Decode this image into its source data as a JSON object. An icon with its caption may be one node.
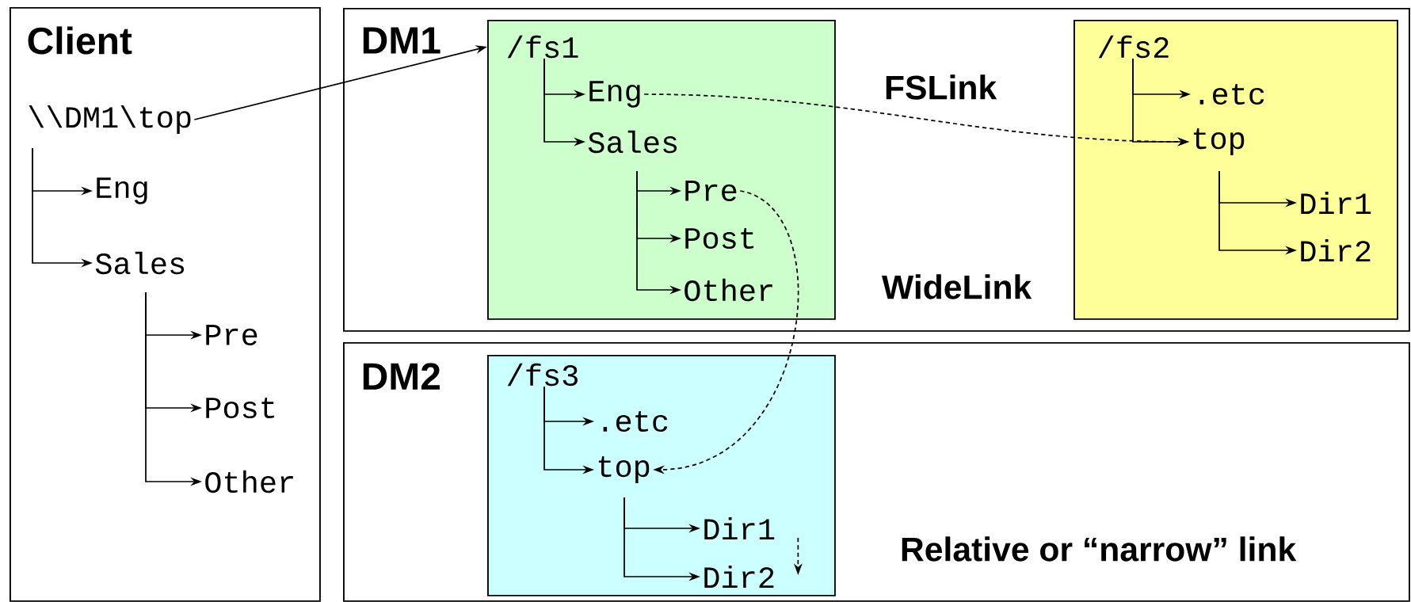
{
  "diagram": {
    "nodes": [
      {
        "text": [
          "Client"
        ]
      },
      {
        "text": [
          "\\\\DM1\\top"
        ],
        "in": 0
      },
      {
        "text": [
          "Eng"
        ],
        "in": 0
      },
      {
        "text": [
          "Sales"
        ],
        "in": 0
      },
      {
        "text": [
          "Pre"
        ],
        "in": 0
      },
      {
        "text": [
          "Post"
        ],
        "in": 0
      },
      {
        "text": [
          "Other"
        ],
        "in": 0
      },
      {
        "text": [
          "DM1"
        ]
      },
      {
        "text": [
          "/fs1"
        ],
        "in": 7
      },
      {
        "text": [
          "Eng"
        ],
        "in": 8
      },
      {
        "text": [
          "Sales"
        ],
        "in": 8
      },
      {
        "text": [
          "Pre"
        ],
        "in": 8
      },
      {
        "text": [
          "Post"
        ],
        "in": 8
      },
      {
        "text": [
          "Other"
        ],
        "in": 8
      },
      {
        "text": [
          "/fs2"
        ],
        "in": 7
      },
      {
        "text": [
          ".etc"
        ],
        "in": 14
      },
      {
        "text": [
          "top"
        ],
        "in": 14
      },
      {
        "text": [
          "Dir1"
        ],
        "in": 14
      },
      {
        "text": [
          "Dir2"
        ],
        "in": 14
      },
      {
        "text": [
          "DM2"
        ]
      },
      {
        "text": [
          "/fs3"
        ],
        "in": 19
      },
      {
        "text": [
          ".etc"
        ],
        "in": 20
      },
      {
        "text": [
          "top"
        ],
        "in": 20
      },
      {
        "text": [
          "Dir1"
        ],
        "in": 20
      },
      {
        "text": [
          "Dir2"
        ],
        "in": 20
      }
    ],
    "edges": [
      {
        "from": 1,
        "to": 8,
        "arrow": "to"
      },
      {
        "from": 1,
        "to": 2,
        "arrow": "to"
      },
      {
        "from": 1,
        "to": 3,
        "arrow": "to"
      },
      {
        "from": 3,
        "to": 4,
        "arrow": "to"
      },
      {
        "from": 3,
        "to": 5,
        "arrow": "to"
      },
      {
        "from": 3,
        "to": 6,
        "arrow": "to"
      },
      {
        "from": 8,
        "to": 9,
        "arrow": "to"
      },
      {
        "from": 8,
        "to": 10,
        "arrow": "to"
      },
      {
        "from": 10,
        "to": 11,
        "arrow": "to"
      },
      {
        "from": 10,
        "to": 12,
        "arrow": "to"
      },
      {
        "from": 10,
        "to": 13,
        "arrow": "to"
      },
      {
        "from": 14,
        "to": 15,
        "arrow": "to"
      },
      {
        "from": 14,
        "to": 16,
        "arrow": "to"
      },
      {
        "from": 16,
        "to": 17,
        "arrow": "to"
      },
      {
        "from": 16,
        "to": 18,
        "arrow": "to"
      },
      {
        "from": 20,
        "to": 21,
        "arrow": "to"
      },
      {
        "from": 20,
        "to": 22,
        "arrow": "to"
      },
      {
        "from": 22,
        "to": 23,
        "arrow": "to"
      },
      {
        "from": 22,
        "to": 24,
        "arrow": "to"
      },
      {
        "from": 9,
        "to": 16,
        "arrow": "to",
        "style": "dashed",
        "label": "FSLink"
      },
      {
        "from": 11,
        "to": 22,
        "arrow": "to",
        "style": "dashed",
        "label": "WideLink"
      },
      {
        "from": 23,
        "to": 24,
        "arrow": "to",
        "style": "dashed",
        "label": "Relative or “narrow” link"
      }
    ]
  }
}
